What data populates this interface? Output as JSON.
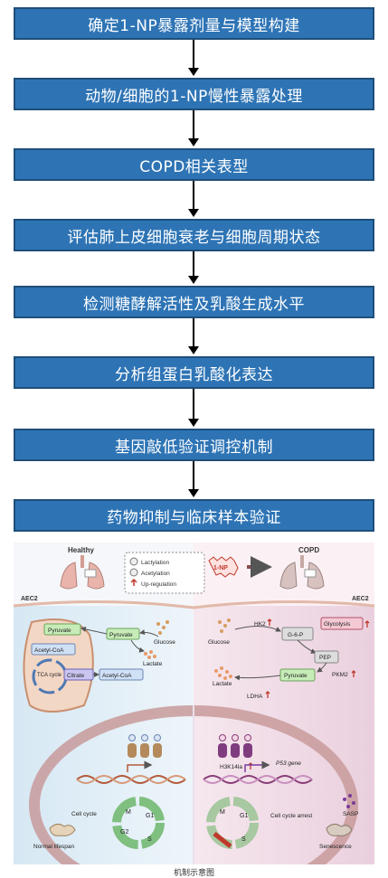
{
  "flow": {
    "steps": [
      "确定1-NP暴露剂量与模型构建",
      "动物/细胞的1-NP慢性暴露处理",
      "COPD相关表型",
      "评估肺上皮细胞衰老与细胞周期状态",
      "检测糖酵解活性及乳酸生成水平",
      "分析组蛋白乳酸化表达",
      "基因敲低验证调控机制",
      "药物抑制与临床样本验证"
    ]
  },
  "figure": {
    "left_title": "Healthy",
    "right_title": "COPD",
    "left_cell_label": "AEC2",
    "right_cell_label": "AEC2",
    "legend": {
      "lactylation": "Lactylation",
      "acetylation": "Acetylation",
      "upregulation": "Up-regulation"
    },
    "exposure": "1-NP",
    "healthy": {
      "pyruvate_mito": "Pyruvate",
      "acetyl_coa_mito": "Acetyl-CoA",
      "tca": "TCA cycle",
      "citrate": "Citrate",
      "acetyl_coa": "Acetyl-CoA",
      "pyruvate": "Pyruvate",
      "glucose": "Glucose",
      "lactate": "Lactate",
      "cell_cycle": "Cell cycle",
      "outcome": "Normal lifespan",
      "phases": [
        "M",
        "G1",
        "G2",
        "S"
      ]
    },
    "copd": {
      "glucose": "Glucose",
      "hk2": "HK2",
      "g6p": "G-6-P",
      "glycolysis": "Glycolysis",
      "pep": "PEP",
      "pkm2": "PKM2",
      "pyruvate": "Pyruvate",
      "lactate": "Lactate",
      "ldha": "LDHA",
      "h3k14la": "H3K14la",
      "gene": "P53 gene",
      "arrest": "Cell cycle arrest",
      "sasp": "SASP",
      "outcome": "Senescence",
      "phases": [
        "M",
        "G1",
        "S"
      ]
    },
    "caption": "机制示意图"
  }
}
